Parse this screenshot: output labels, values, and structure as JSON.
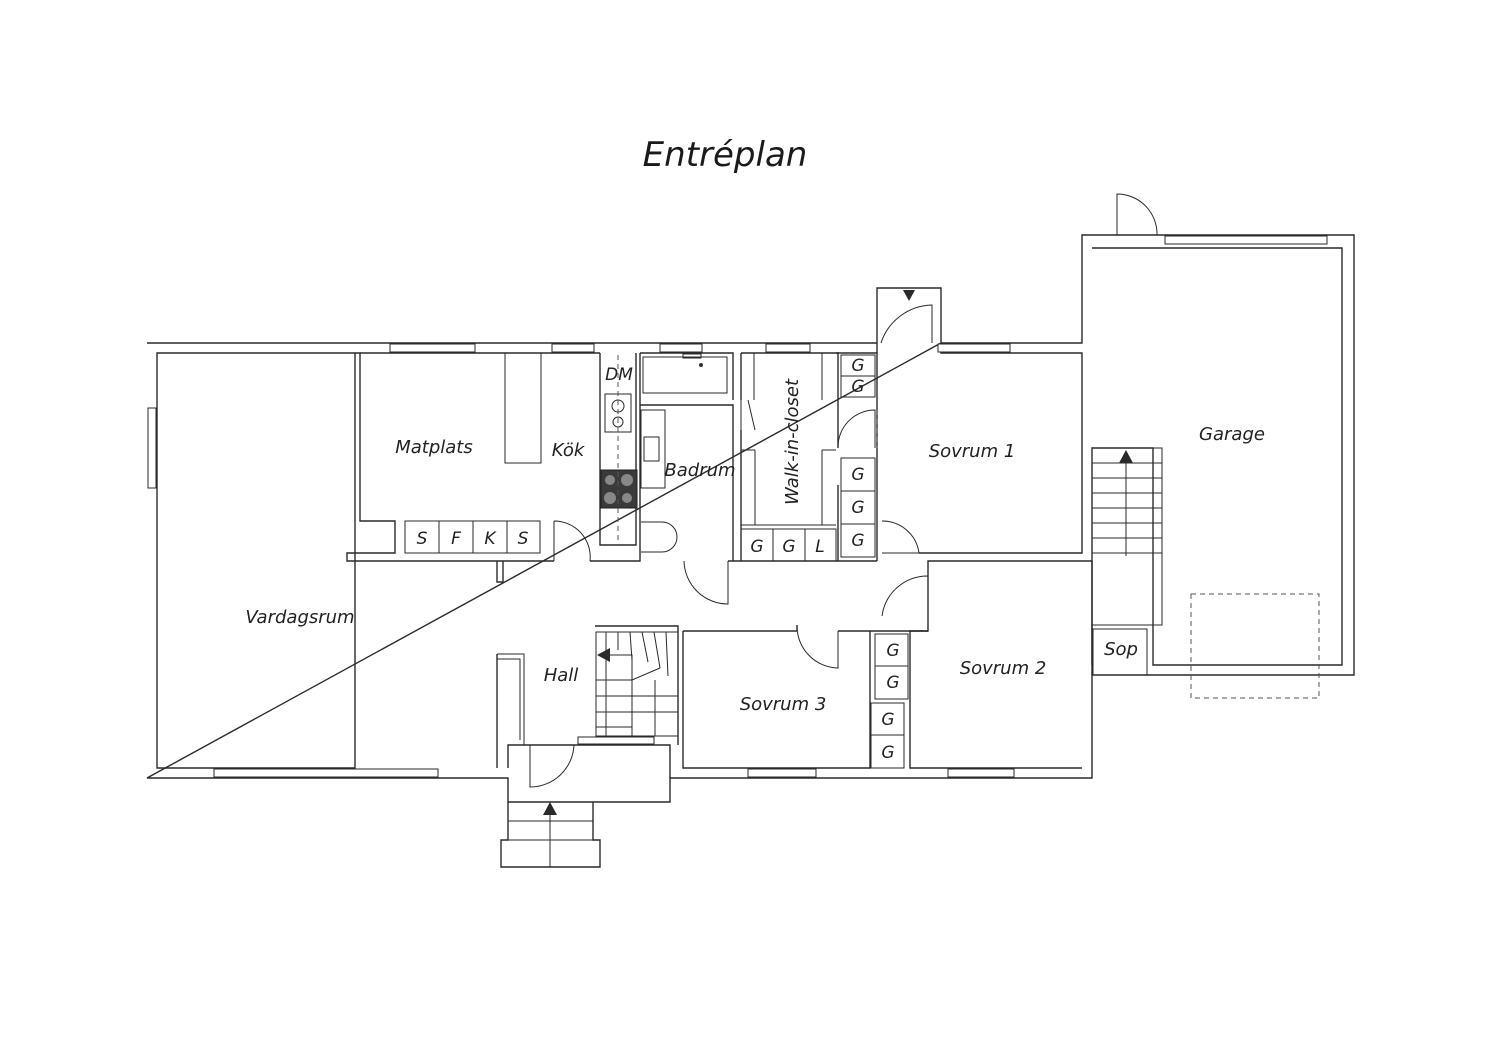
{
  "title": "Entréplan",
  "rooms": {
    "vardagsrum": "Vardagsrum",
    "matplats": "Matplats",
    "kok": "Kök",
    "badrum": "Badrum",
    "walk_in_closet": "Walk-in-closet",
    "sovrum1": "Sovrum 1",
    "sovrum2": "Sovrum 2",
    "sovrum3": "Sovrum 3",
    "hall": "Hall",
    "garage": "Garage",
    "sop": "Sop"
  },
  "labels": {
    "dm": "DM",
    "kitchen_units": [
      "S",
      "F",
      "K",
      "S"
    ],
    "closet_units": [
      "G",
      "G",
      "L"
    ],
    "wardrobe_g": "G"
  }
}
